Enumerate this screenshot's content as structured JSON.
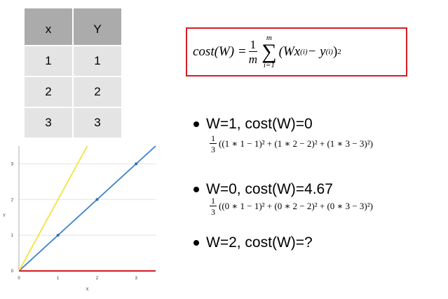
{
  "table": {
    "headers": [
      "x",
      "Y"
    ],
    "rows": [
      [
        "1",
        "1"
      ],
      [
        "2",
        "2"
      ],
      [
        "3",
        "3"
      ]
    ]
  },
  "formula": {
    "lhs": "cost(W) =",
    "frac_num": "1",
    "frac_den": "m",
    "sum_top": "m",
    "sum_bottom": "i=1",
    "term_open": "(Wx",
    "term_sup1": "(i)",
    "term_mid": " − y",
    "term_sup2": "(i)",
    "term_close": ")",
    "term_pow": "2"
  },
  "bullets": [
    {
      "text": "W=1, cost(W)=0",
      "frac_num": "1",
      "frac_den": "3",
      "expr": "((1 ∗ 1 − 1)² + (1 ∗ 2 − 2)² + (1 ∗ 3 − 3)²)"
    },
    {
      "text": "W=0, cost(W)=4.67",
      "frac_num": "1",
      "frac_den": "3",
      "expr": "((0 ∗ 1 − 1)² + (0 ∗ 2 − 2)² + (0 ∗ 3 − 3)²)"
    },
    {
      "text": "W=2, cost(W)=?"
    }
  ],
  "chart_data": {
    "type": "line",
    "xlabel": "X",
    "ylabel": "Y",
    "xlim": [
      0,
      3.5
    ],
    "ylim": [
      0,
      3.5
    ],
    "x_ticks": [
      "0",
      "1",
      "2",
      "3"
    ],
    "y_ticks": [
      "0",
      "1",
      "2",
      "3"
    ],
    "grid": true,
    "points": {
      "x": [
        1,
        2,
        3
      ],
      "y": [
        1,
        2,
        3
      ],
      "color": "#2f6fb5"
    },
    "series": [
      {
        "slope": 1,
        "color": "#3a82c9"
      },
      {
        "slope": 2,
        "color": "#f4e43c"
      },
      {
        "slope": 0,
        "color": "#d8262b"
      }
    ]
  }
}
